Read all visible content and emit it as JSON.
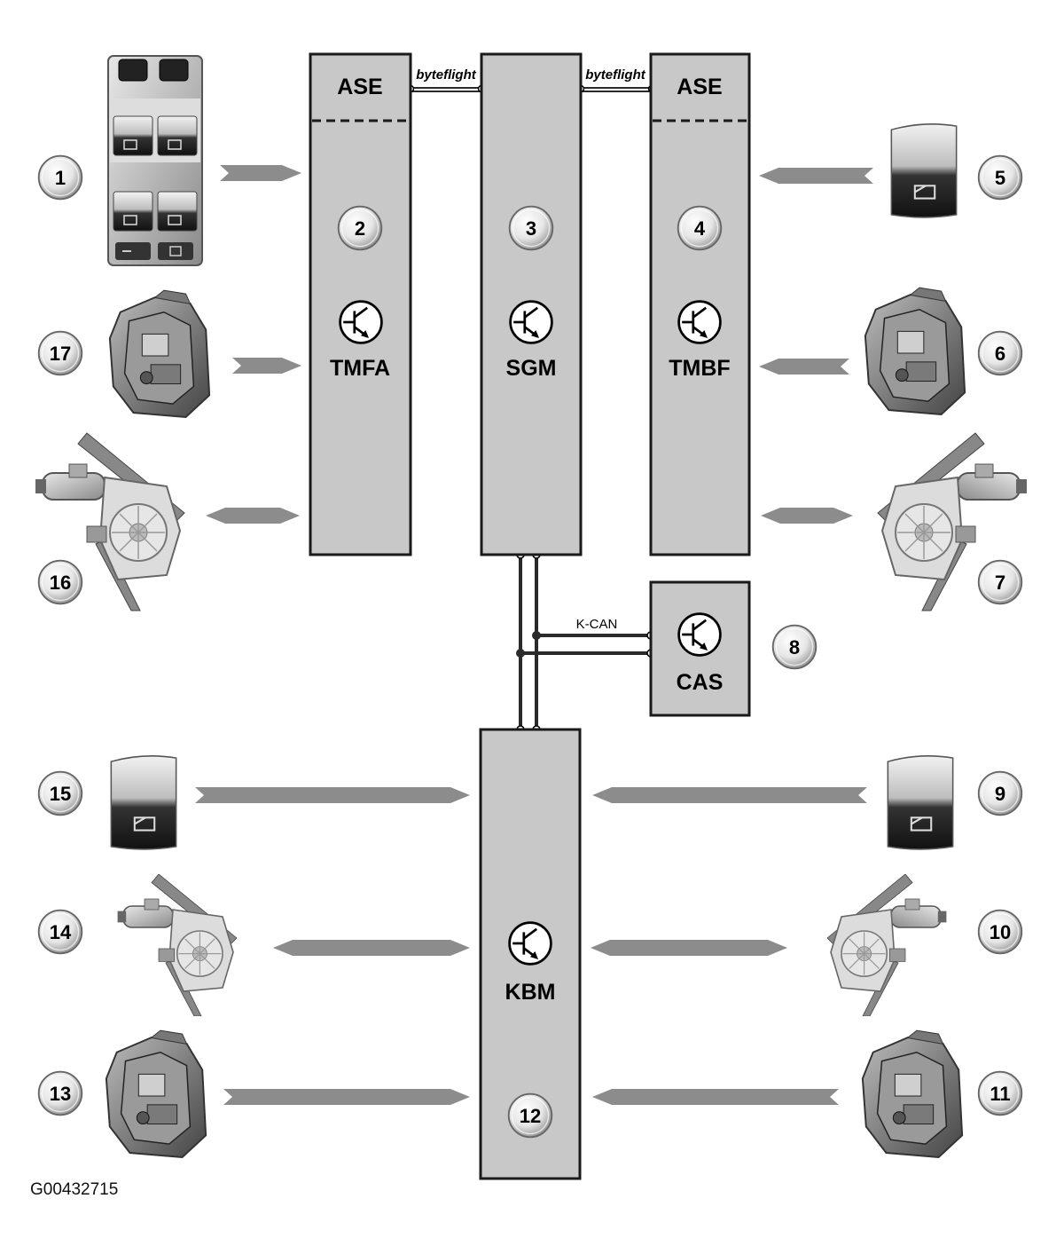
{
  "modules": {
    "tmfa": {
      "label": "TMFA",
      "header": "ASE",
      "number": "2"
    },
    "sgm": {
      "label": "SGM",
      "number": "3"
    },
    "tmbf": {
      "label": "TMBF",
      "header": "ASE",
      "number": "4"
    },
    "cas": {
      "label": "CAS",
      "number": "8"
    },
    "kbm": {
      "label": "KBM",
      "number": "12"
    }
  },
  "buses": {
    "left": "byteflight",
    "right": "byteflight",
    "kcan": "K-CAN"
  },
  "callouts": {
    "n1": "1",
    "n5": "5",
    "n6": "6",
    "n7": "7",
    "n9": "9",
    "n10": "10",
    "n11": "11",
    "n13": "13",
    "n14": "14",
    "n15": "15",
    "n16": "16",
    "n17": "17"
  },
  "component_icons": {
    "n1": "window-switch-block-icon",
    "n5": "window-switch-icon",
    "n6": "door-lock-actuator-icon",
    "n7": "window-motor-icon",
    "n9": "window-switch-icon",
    "n10": "window-motor-icon",
    "n11": "door-lock-actuator-icon",
    "n13": "door-lock-actuator-icon",
    "n14": "window-motor-icon",
    "n15": "window-switch-icon",
    "n16": "window-motor-icon",
    "n17": "door-lock-actuator-icon"
  },
  "colors": {
    "module_fill": "#c8c8c8",
    "arrow": "#8c8c8c",
    "line": "#2a2a2a"
  },
  "doc_id": "G00432715"
}
